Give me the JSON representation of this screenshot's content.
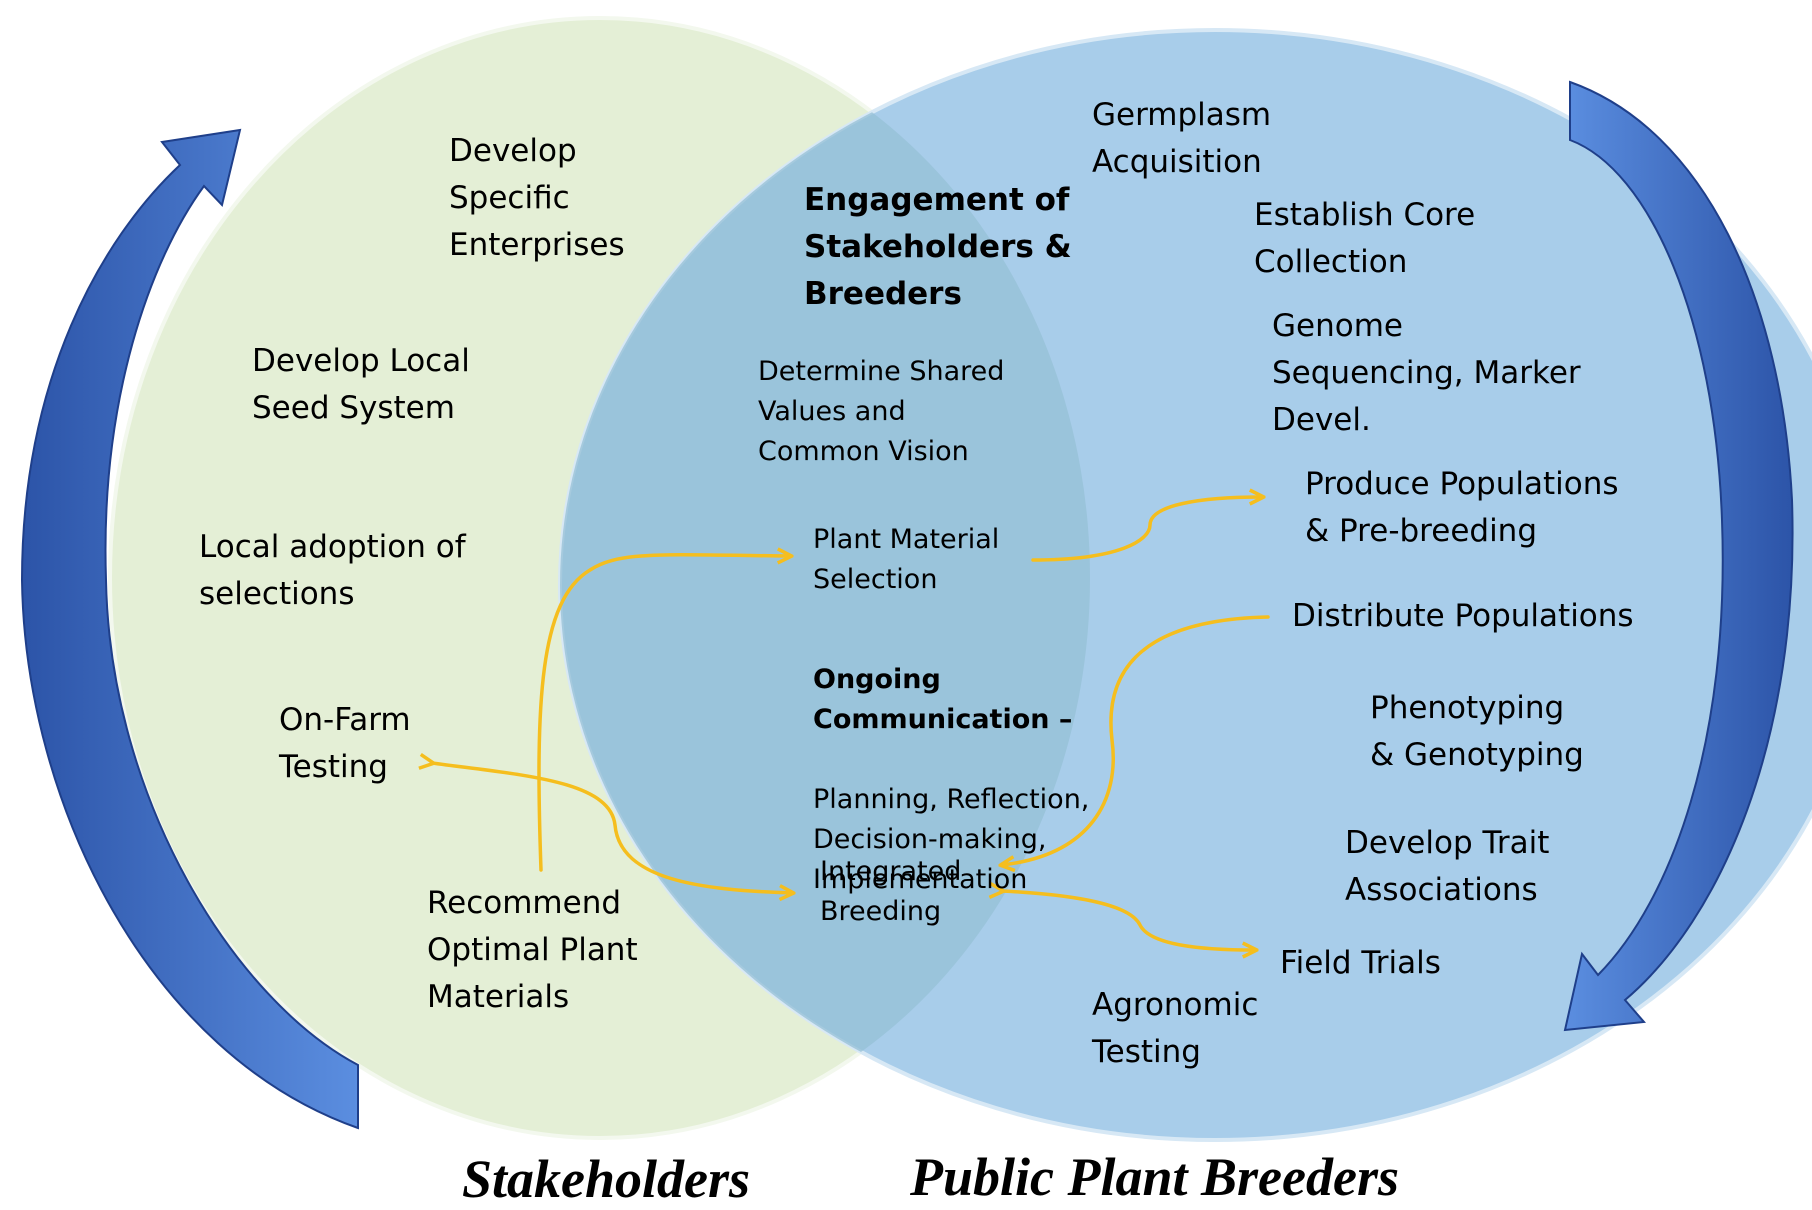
{
  "colors": {
    "stakeholder_circle": "#e4efd6",
    "breeder_circle": "#a8cdea",
    "overlap": "#95c0d6",
    "flow_arrow": "#f5be1e",
    "cycle_arrow": "#3a6cc8"
  },
  "diagram": {
    "stakeholders_label": "Stakeholders",
    "breeders_label": "Public Plant Breeders",
    "stakeholder_items": {
      "enterprises": "Develop\nSpecific\nEnterprises",
      "seed_system": "Develop Local\nSeed System",
      "local_adoption": "Local adoption of\nselections",
      "on_farm": "On-Farm\nTesting",
      "recommend": "Recommend\nOptimal Plant\nMaterials"
    },
    "shared_items": {
      "engagement": "Engagement of\nStakeholders &\nBreeders",
      "shared_values": "Determine Shared\nValues and\nCommon Vision",
      "plant_selection": "Plant Material\nSelection",
      "ongoing_bold": "Ongoing\nCommunication –",
      "ongoing_rest": "Planning,  Reflection,\nDecision-making,\nImplementation",
      "integrated": "Integrated\nBreeding"
    },
    "breeder_items": {
      "germplasm": "Germplasm\nAcquisition",
      "core_collection": "Establish Core\nCollection",
      "genome": "Genome\nSequencing, Marker\nDevel.",
      "populations": "Produce Populations\n& Pre-breeding",
      "distribute": "Distribute Populations",
      "phenotyping": "Phenotyping\n& Genotyping",
      "trait": "Develop Trait\nAssociations",
      "field_trials": "Field Trials",
      "agronomic": "Agronomic\nTesting"
    }
  }
}
